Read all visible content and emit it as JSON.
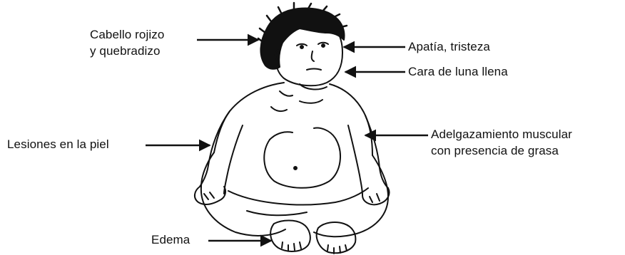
{
  "labels": {
    "hair": [
      "Cabello rojizo",
      "y quebradizo"
    ],
    "apathy": "Apatía, tristeza",
    "moon_face": "Cara de luna llena",
    "skin": "Lesiones en la piel",
    "muscle": [
      "Adelgazamiento muscular",
      "con presencia de grasa"
    ],
    "edema": "Edema"
  },
  "colors": {
    "ink": "#111111",
    "background": "#ffffff"
  }
}
